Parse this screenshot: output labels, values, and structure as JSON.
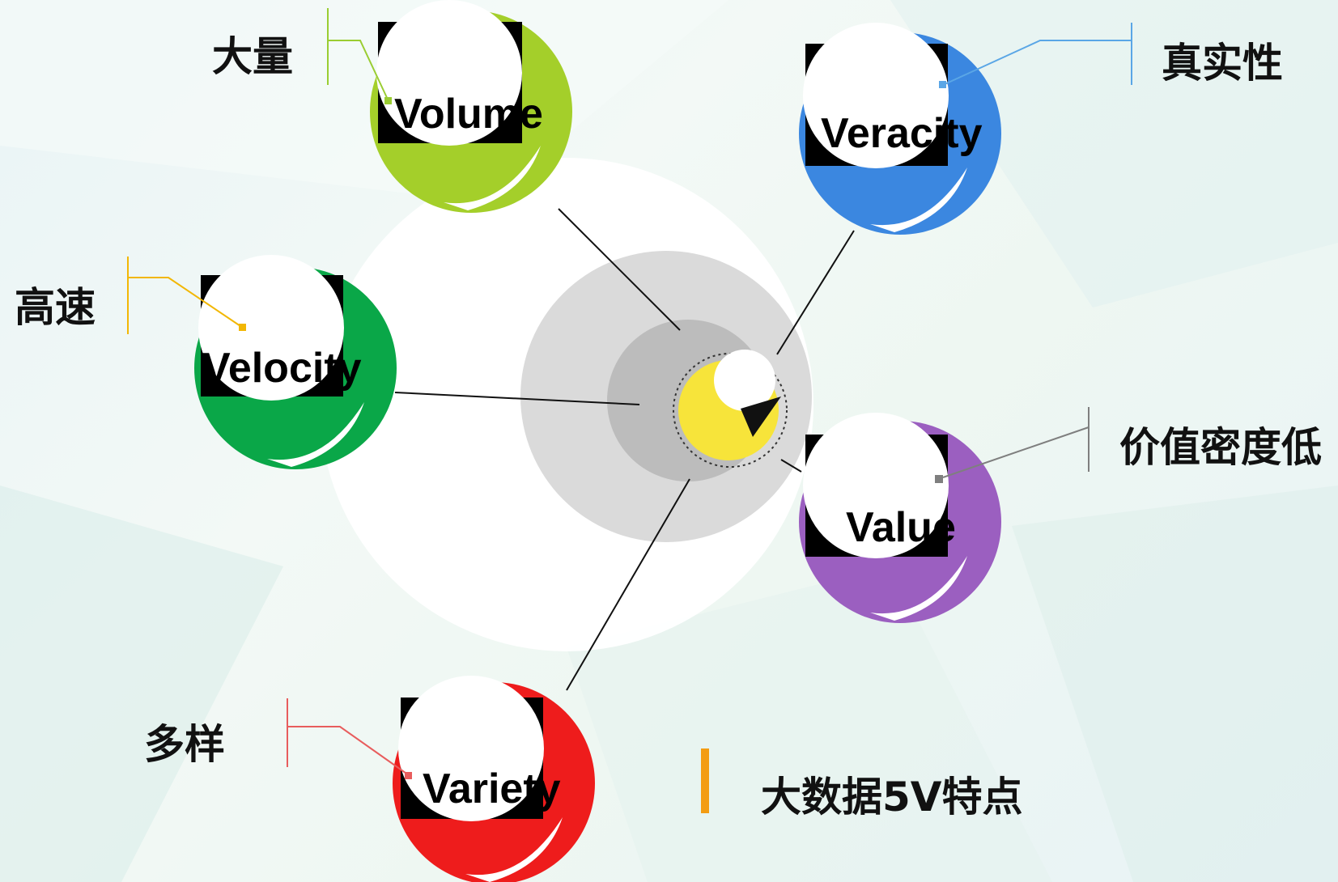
{
  "title": "大数据5V特点",
  "nodes": [
    {
      "id": "volume",
      "en": "Volume",
      "cn": "大量",
      "color": "#a4cf2a",
      "line_color": "#9acd32"
    },
    {
      "id": "veracity",
      "en": "Veracity",
      "cn": "真实性",
      "color": "#3b87e0",
      "line_color": "#5aa6e6"
    },
    {
      "id": "velocity",
      "en": "Velocity",
      "cn": "高速",
      "color": "#0aa748",
      "line_color": "#f2b705"
    },
    {
      "id": "value",
      "en": "Value",
      "cn": "价值密度低",
      "color": "#9b5fc0",
      "line_color": "#7f7f7f"
    },
    {
      "id": "variety",
      "en": "Variety",
      "cn": "多样",
      "color": "#ee1c1c",
      "line_color": "#e85d5d"
    }
  ],
  "accent_color": "#f39c12",
  "center_color": "#f7e43a"
}
